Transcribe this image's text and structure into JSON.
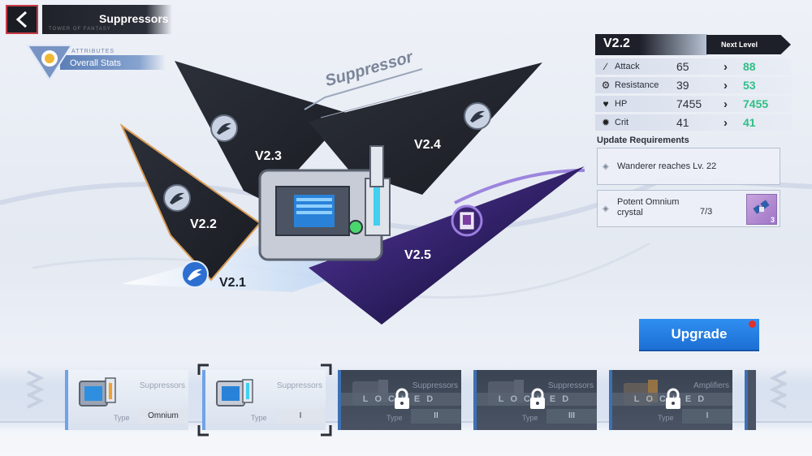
{
  "header": {
    "title": "Suppressors",
    "subtitle": "TOWER OF FANTASY"
  },
  "attributes": {
    "label": "ATTRIBUTES",
    "text": "Overall Stats"
  },
  "tree": {
    "banner": "Suppressor",
    "nodes": [
      {
        "label": "V2.1",
        "color": "#1b1f2a"
      },
      {
        "label": "V2.2",
        "color": "#ffffff"
      },
      {
        "label": "V2.3",
        "color": "#ffffff"
      },
      {
        "label": "V2.4",
        "color": "#ffffff"
      },
      {
        "label": "V2.5",
        "color": "#ffffff"
      }
    ]
  },
  "stats": {
    "current_level": "V2.2",
    "next_label": "Next Level",
    "rows": [
      {
        "icon": "attack-icon",
        "name": "Attack",
        "current": "65",
        "next": "88"
      },
      {
        "icon": "resistance-icon",
        "name": "Resistance",
        "current": "39",
        "next": "53"
      },
      {
        "icon": "hp-icon",
        "name": "HP",
        "current": "7455",
        "next": "7455"
      },
      {
        "icon": "crit-icon",
        "name": "Crit",
        "current": "41",
        "next": "41"
      }
    ],
    "requirements_title": "Update Requirements",
    "requirements": [
      {
        "text": "Wanderer reaches Lv. 22"
      },
      {
        "text_line1": "Potent Omnium",
        "text_line2": "crystal",
        "count": "7/3",
        "item_qty": "3"
      }
    ]
  },
  "upgrade_label": "Upgrade",
  "cards": [
    {
      "category": "Suppressors",
      "type_label": "Type",
      "type_value": "Omnium",
      "locked": false
    },
    {
      "category": "Suppressors",
      "type_label": "Type",
      "type_value": "I",
      "locked": false
    },
    {
      "category": "Suppressors",
      "type_label": "Type",
      "type_value": "II",
      "locked": true,
      "lock_text": "LOCKED"
    },
    {
      "category": "Suppressors",
      "type_label": "Type",
      "type_value": "III",
      "locked": true,
      "lock_text": "LOCKED"
    },
    {
      "category": "Amplifiers",
      "type_label": "Type",
      "type_value": "I",
      "locked": true,
      "lock_text": "LOCKED"
    }
  ],
  "colors": {
    "accent_blue": "#1d6fd4",
    "stat_up": "#2fbf86",
    "dark": "#1d2029",
    "purple": "#3a2470"
  }
}
